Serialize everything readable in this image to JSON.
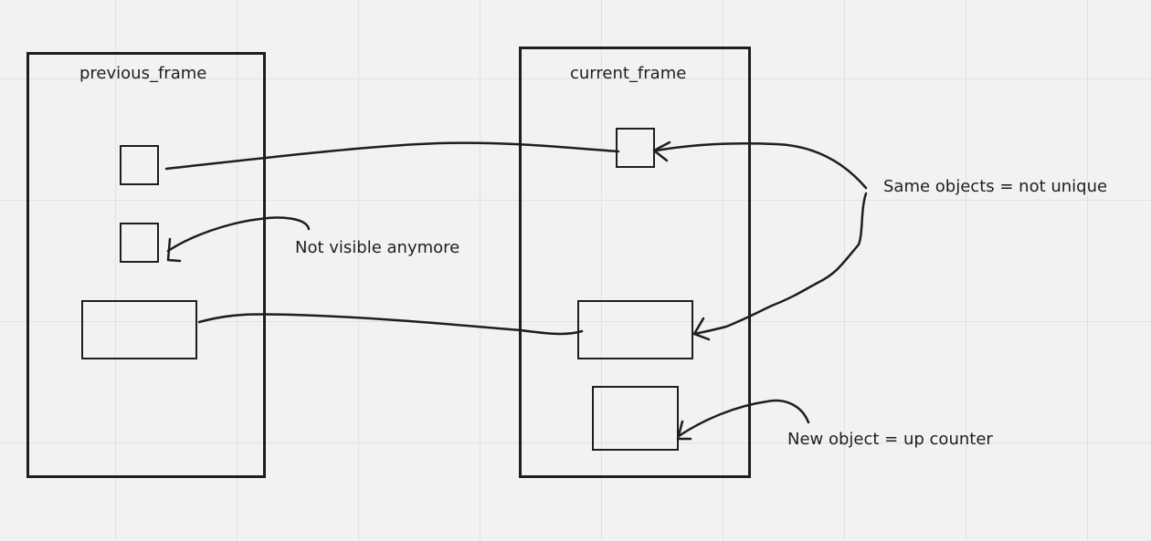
{
  "frames": {
    "previous": {
      "title": "previous_frame"
    },
    "current": {
      "title": "current_frame"
    }
  },
  "annotations": {
    "same_objects": "Same objects = not unique",
    "not_visible": "Not visible anymore",
    "new_object": "New object = up counter"
  },
  "colors": {
    "background": "#f2f2f2",
    "grid": "#e2e2e2",
    "stroke": "#1e1e1e"
  }
}
